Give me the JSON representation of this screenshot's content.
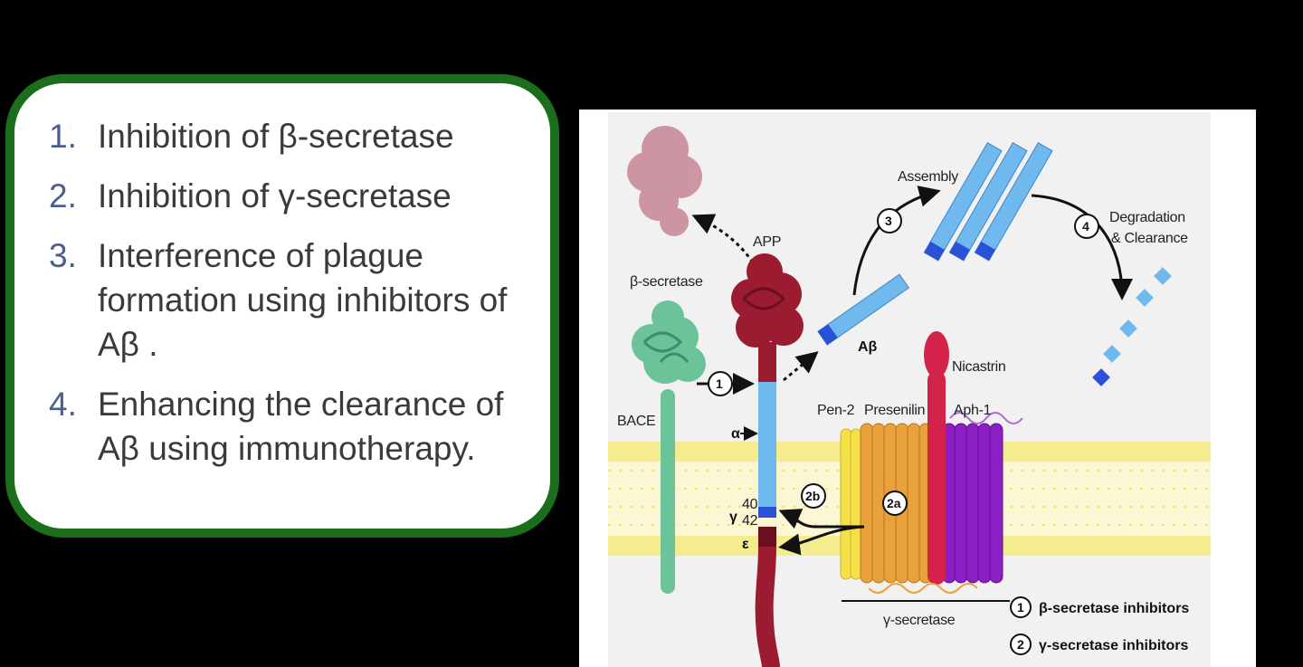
{
  "list_items": [
    {
      "number": "1.",
      "text": "Inhibition of β-secretase"
    },
    {
      "number": "2.",
      "text": "Inhibition of γ-secretase"
    },
    {
      "number": "3.",
      "text": "Interference of plague formation using inhibitors of Aβ ."
    },
    {
      "number": "4.",
      "text": "Enhancing the clearance of Aβ using immunotherapy."
    }
  ],
  "figure": {
    "labels": {
      "app": "APP",
      "beta_secretase": "β-secretase",
      "bace": "BACE",
      "assembly": "Assembly",
      "degradation": "Degradation",
      "clearance": "& Clearance",
      "abeta": "Aβ",
      "nicastrin": "Nicastrin",
      "pen2": "Pen-2",
      "presenilin": "Presenilin",
      "aph1": "Aph-1",
      "alpha": "α",
      "gamma": "γ",
      "epsilon": "ε",
      "g40": "40",
      "g42": "42",
      "gamma_secretase": "γ-secretase"
    },
    "step_numbers": [
      "1",
      "3",
      "4",
      "2b",
      "2a"
    ],
    "legend": [
      {
        "number": "1",
        "text": "β-secretase inhibitors"
      },
      {
        "number": "2",
        "text": "γ-secretase inhibitors"
      }
    ],
    "colors": {
      "box_border": "#1b6e1b",
      "membrane": "#f4ec8e",
      "app": "#9b1b30",
      "bace": "#6cc39a",
      "abeta": "#5aaeea",
      "presenilin": "#e9a23b",
      "aph1": "#8a1fc4",
      "nicastrin": "#d4234a",
      "pen2": "#f5e04a"
    }
  }
}
